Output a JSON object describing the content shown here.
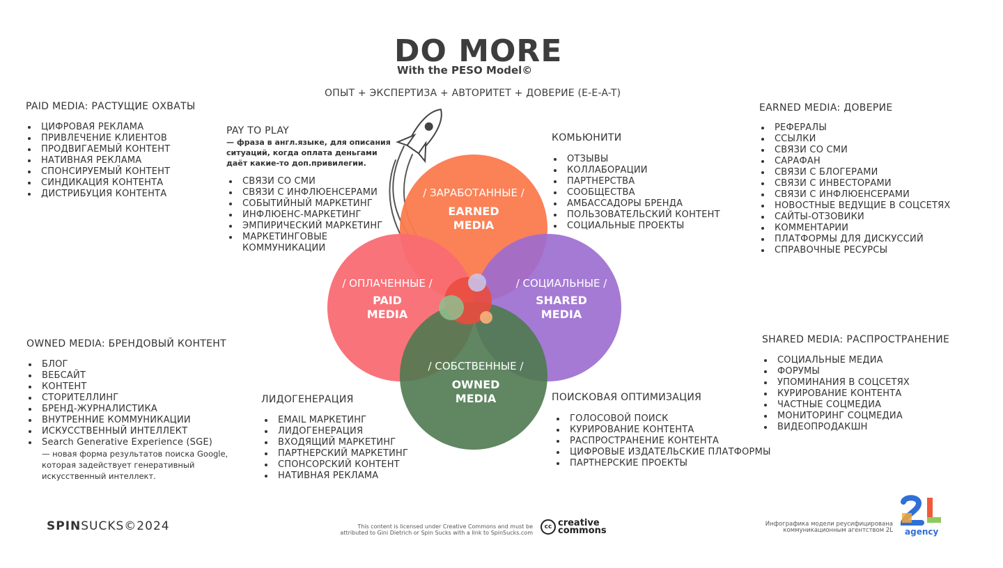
{
  "title": "DO MORE",
  "subtitle": "With the PESO Model©",
  "formula": "ОПЫТ + ЭКСПЕРТИЗА + АВТОРИТЕТ + ДОВЕРИЕ (E-E-A-T)",
  "paid_section": {
    "heading": "PAID MEDIA: РАСТУЩИЕ ОХВАТЫ",
    "items": [
      "ЦИФРОВАЯ РЕКЛАМА",
      "ПРИВЛЕЧЕНИЕ КЛИЕНТОВ",
      "ПРОДВИГАЕМЫЙ КОНТЕНТ",
      "НАТИВНАЯ РЕКЛАМА",
      "СПОНСИРУЕМЫЙ КОНТЕНТ",
      "СИНДИКАЦИЯ КОНТЕНТА",
      "ДИСТРИБУЦИЯ КОНТЕНТА"
    ]
  },
  "pay_to_play": {
    "heading": "PAY TO PLAY",
    "note_lines": [
      "— фраза в англ.языке, для описания",
      "ситуаций, когда оплата деньгами",
      "даёт какие-то доп.привилегии."
    ],
    "items": [
      "СВЯЗИ СО СМИ",
      "СВЯЗИ С ИНФЛЮЕНСЕРАМИ",
      "СОБЫТИЙНЫЙ МАРКЕТИНГ",
      "ИНФЛЮЕНС-МАРКЕТИНГ",
      "ЭМПИРИЧЕСКИЙ МАРКЕТИНГ"
    ],
    "last_item_lines": [
      "МАРКЕТИНГОВЫЕ",
      "КОММУНИКАЦИИ"
    ]
  },
  "community": {
    "heading": "КОМЬЮНИТИ",
    "items": [
      "ОТЗЫВЫ",
      "КОЛЛАБОРАЦИИ",
      "ПАРТНЕРСТВА",
      "СООБЩЕСТВА",
      "АМБАССАДОРЫ БРЕНДА",
      "ПОЛЬЗОВАТЕЛЬСКИЙ КОНТЕНТ",
      "СОЦИАЛЬНЫЕ ПРОЕКТЫ"
    ]
  },
  "earned_section": {
    "heading": "EARNED MEDIA: ДОВЕРИЕ",
    "items": [
      "РЕФЕРАЛЫ",
      "ССЫЛКИ",
      "СВЯЗИ СО СМИ",
      "САРАФАН",
      "СВЯЗИ С БЛОГЕРАМИ",
      "СВЯЗИ С ИНВЕСТОРАМИ",
      "СВЯЗИ С ИНФЛЮЕНСЕРАМИ",
      "НОВОСТНЫЕ ВЕДУЩИЕ В СОЦСЕТЯХ",
      "САЙТЫ-ОТЗОВИКИ",
      "КОММЕНТАРИИ",
      "ПЛАТФОРМЫ ДЛЯ ДИСКУССИЙ",
      "СПРАВОЧНЫЕ РЕСУРСЫ"
    ]
  },
  "owned_section": {
    "heading": "OWNED MEDIA: БРЕНДОВЫЙ КОНТЕНТ",
    "items": [
      "БЛОГ",
      "ВЕБСАЙТ",
      "КОНТЕНТ",
      "СТОРИТЕЛЛИНГ",
      "БРЕНД-ЖУРНАЛИСТИКА",
      "ВНУТРЕННИЕ КОММУНИКАЦИИ",
      "ИСКУССТВЕННЫЙ ИНТЕЛЛЕКТ",
      "Search Generative Experience (SGE)"
    ],
    "sge_note_lines": [
      "— новая форма результатов поиска Google,",
      "которая задействует генеративный",
      "искусственный интеллект."
    ]
  },
  "shared_section": {
    "heading": "SHARED MEDIA: РАСПРОСТРАНЕНИЕ",
    "items": [
      "СОЦИАЛЬНЫЕ МЕДИА",
      "ФОРУМЫ",
      "УПОМИНАНИЯ В СОЦСЕТЯХ",
      "КУРИРОВАНИЕ КОНТЕНТА",
      "ЧАСТНЫЕ СОЦМЕДИА",
      "МОНИТОРИНГ СОЦМЕДИА",
      "ВИДЕОПРОДАКШН"
    ]
  },
  "leadgen": {
    "heading": "ЛИДОГЕНЕРАЦИЯ",
    "items": [
      "EMAIL МАРКЕТИНГ",
      "ЛИДОГЕНЕРАЦИЯ",
      "ВХОДЯЩИЙ МАРКЕТИНГ",
      "ПАРТНЕРСКИЙ МАРКЕТИНГ",
      "СПОНСОРСКИЙ КОНТЕНТ",
      "НАТИВНАЯ РЕКЛАМА"
    ]
  },
  "seo": {
    "heading": "ПОИСКОВАЯ ОПТИМИЗАЦИЯ",
    "items": [
      "ГОЛОСОВОЙ ПОИСК",
      "КУРИРОВАНИЕ КОНТЕНТА",
      "РАСПРОСТРАНЕНИЕ КОНТЕНТА",
      "ЦИФРОВЫЕ ИЗДАТЕЛЬСКИЕ ПЛАТФОРМЫ",
      "ПАРТНЕРСКИЕ ПРОЕКТЫ"
    ]
  },
  "circles": {
    "earned": {
      "ru": "/ ЗАРАБОТАННЫЕ /",
      "en1": "EARNED",
      "en2": "MEDIA",
      "color": "#fb7a4e"
    },
    "paid": {
      "ru": "/ ОПЛАЧЕННЫЕ /",
      "en1": "PAID",
      "en2": "MEDIA",
      "color": "#f96b73"
    },
    "shared": {
      "ru": "/ СОЦИАЛЬНЫЕ /",
      "en1": "SHARED",
      "en2": "MEDIA",
      "color": "#9b6bd0"
    },
    "owned": {
      "ru": "/ СОБСТВЕННЫЕ /",
      "en1": "OWNED",
      "en2": "MEDIA",
      "color": "#4f7a50"
    }
  },
  "footer": {
    "brand_bold": "SPIN",
    "brand_rest": "SUCKS©2024",
    "license_line1": "This content is licensed under Creative Commons and must be",
    "license_line2": "attributed to Gini Dietrich or Spin Sucks with a link to SpinSucks.com",
    "cc_logo": "cc",
    "cc_text1": "creative",
    "cc_text2": "commons",
    "agency_note_line1": "Инфографика модели реусифицирована",
    "agency_note_line2": "коммуникационным агентством 2L",
    "agency_logo": "2L",
    "agency_label": "agency"
  }
}
